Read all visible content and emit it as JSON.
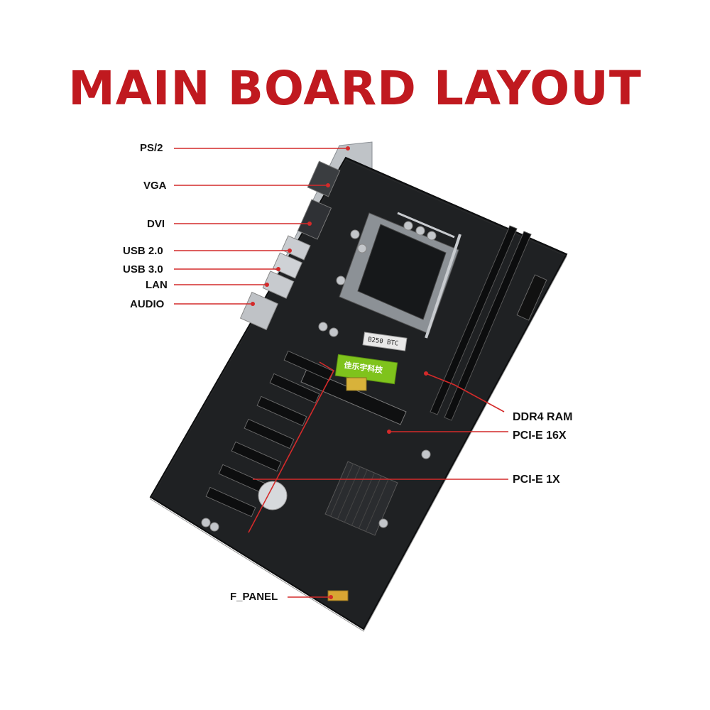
{
  "title": "MAIN BOARD LAYOUT",
  "line_color": "#d42a2a",
  "title_color": "#c0191f",
  "board_color": "#1f2123",
  "labels": {
    "ps2": "PS/2",
    "vga": "VGA",
    "dvi": "DVI",
    "usb2": "USB 2.0",
    "usb3": "USB 3.0",
    "lan": "LAN",
    "audio": "AUDIO",
    "ddr4": "DDR4 RAM",
    "pcie16": "PCI-E  16X",
    "pcie1": "PCI-E  1X",
    "fpanel": "F_PANEL"
  },
  "board_text": {
    "model": "B250 BTC",
    "brand_chinese": "佳乐宇科技"
  }
}
